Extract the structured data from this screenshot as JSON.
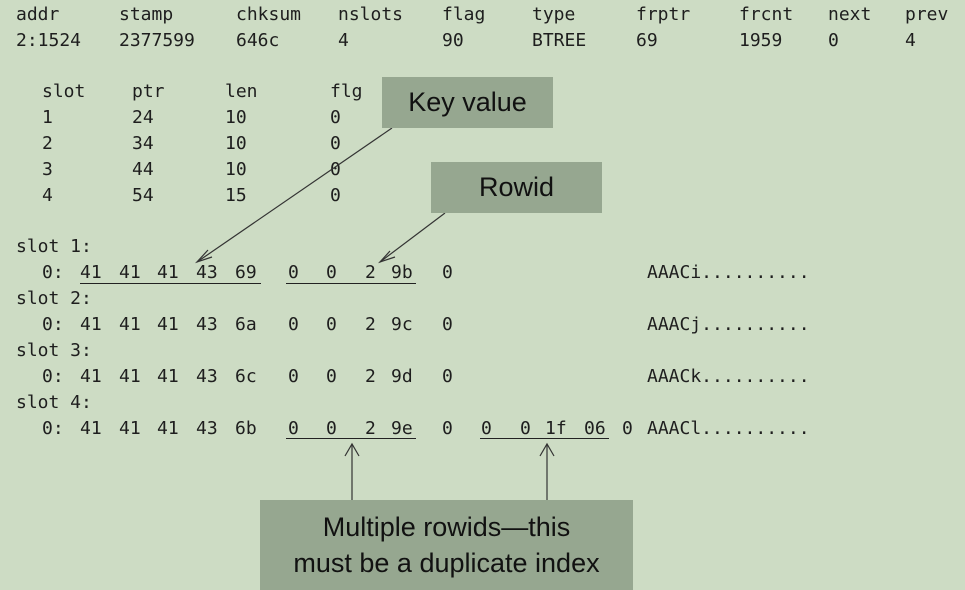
{
  "header": {
    "columns": [
      "addr",
      "stamp",
      "chksum",
      "nslots",
      "flag",
      "type",
      "frptr",
      "frcnt",
      "next",
      "prev"
    ],
    "values": [
      "2:1524",
      "2377599",
      "646c",
      "4",
      "90",
      "BTREE",
      "69",
      "1959",
      "0",
      "4"
    ]
  },
  "slot_table": {
    "columns": [
      "slot",
      "ptr",
      "len",
      "flg"
    ],
    "rows": [
      [
        "1",
        "24",
        "10",
        "0"
      ],
      [
        "2",
        "34",
        "10",
        "0"
      ],
      [
        "3",
        "44",
        "10",
        "0"
      ],
      [
        "4",
        "54",
        "15",
        "0"
      ]
    ]
  },
  "dump": [
    {
      "label": "slot 1:",
      "offset": "0:",
      "key": [
        "41",
        "41",
        "41",
        "43",
        "69"
      ],
      "rowid": [
        "0",
        "0",
        "2",
        "9b"
      ],
      "sep": "0",
      "rowid2": [],
      "sep2": "",
      "ascii": "AAACi.........."
    },
    {
      "label": "slot 2:",
      "offset": "0:",
      "key": [
        "41",
        "41",
        "41",
        "43",
        "6a"
      ],
      "rowid": [
        "0",
        "0",
        "2",
        "9c"
      ],
      "sep": "0",
      "rowid2": [],
      "sep2": "",
      "ascii": "AAACj.........."
    },
    {
      "label": "slot 3:",
      "offset": "0:",
      "key": [
        "41",
        "41",
        "41",
        "43",
        "6c"
      ],
      "rowid": [
        "0",
        "0",
        "2",
        "9d"
      ],
      "sep": "0",
      "rowid2": [],
      "sep2": "",
      "ascii": "AAACk.........."
    },
    {
      "label": "slot 4:",
      "offset": "0:",
      "key": [
        "41",
        "41",
        "41",
        "43",
        "6b"
      ],
      "rowid": [
        "0",
        "0",
        "2",
        "9e"
      ],
      "sep": "0",
      "rowid2": [
        "0",
        "0",
        "1f",
        "06"
      ],
      "sep2": "0",
      "ascii": "AAACl.........."
    }
  ],
  "callouts": {
    "key_value": "Key value",
    "rowid": "Rowid",
    "multiple_line1": "Multiple rowids—this",
    "multiple_line2": "must be a duplicate index"
  }
}
